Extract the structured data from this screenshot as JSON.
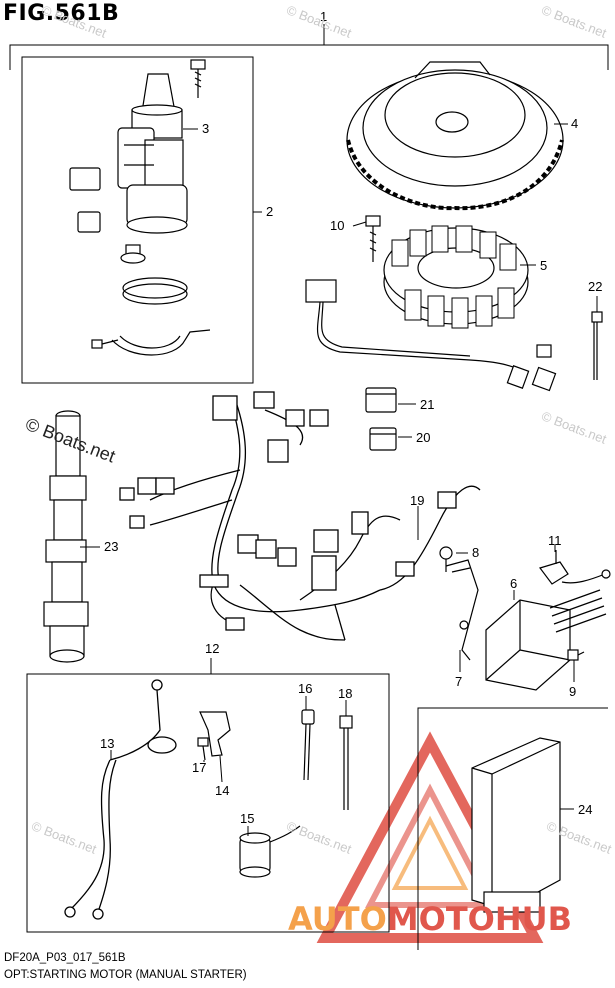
{
  "figure": {
    "title": "FIG.561B",
    "code": "DF20A_P03_017_561B",
    "caption": "OPT:STARTING MOTOR (MANUAL STARTER)"
  },
  "callouts": {
    "p1": "1",
    "p2": "2",
    "p3": "3",
    "p4": "4",
    "p5": "5",
    "p6": "6",
    "p7": "7",
    "p8": "8",
    "p9": "9",
    "p10": "10",
    "p11": "11",
    "p12": "12",
    "p13": "13",
    "p14": "14",
    "p15": "15",
    "p16": "16",
    "p17": "17",
    "p18": "18",
    "p19": "19",
    "p20": "20",
    "p21": "21",
    "p22": "22",
    "p23": "23",
    "p24": "24"
  },
  "watermarks": {
    "main": "© Boats.net",
    "faint": "© Boats.net"
  },
  "brand": {
    "part1": "AUTO",
    "part2": "MOTO",
    "part3": "HUB"
  },
  "colors": {
    "ink": "#000000",
    "watermark_faint": "#c9c9c9",
    "brand_orange": "#f4a14b",
    "brand_red": "#e0574c"
  }
}
